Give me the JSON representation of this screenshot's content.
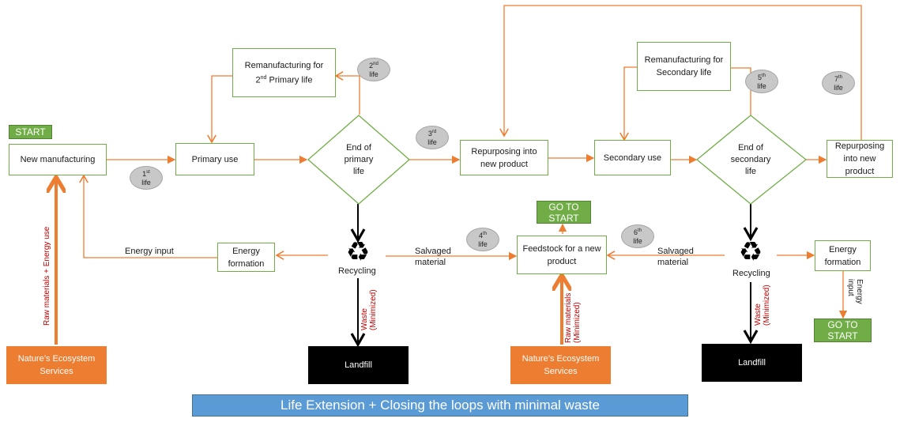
{
  "start_label": "START",
  "boxes": {
    "new_manufacturing": "New manufacturing",
    "primary_use": "Primary use",
    "remanufacturing_primary": "Remanufacturing for",
    "remanufacturing_primary_2": "2nd Primary life",
    "end_primary": [
      "End of",
      "primary",
      "life"
    ],
    "repurposing_1": "Repurposing into new product",
    "secondary_use": "Secondary use",
    "remanufacturing_secondary": "Remanufacturing for Secondary life",
    "end_secondary": [
      "End of",
      "secondary",
      "life"
    ],
    "repurposing_2": "Repurposing into new product",
    "energy_formation_1": "Energy formation",
    "energy_formation_2": "Energy formation",
    "feedstock": "Feedstock for a new product"
  },
  "lives": [
    {
      "num": "1",
      "sup": "st",
      "word": "life"
    },
    {
      "num": "2",
      "sup": "nd",
      "word": "life"
    },
    {
      "num": "3",
      "sup": "rd",
      "word": "life"
    },
    {
      "num": "4",
      "sup": "th",
      "word": "life"
    },
    {
      "num": "5",
      "sup": "th",
      "word": "life"
    },
    {
      "num": "6",
      "sup": "th",
      "word": "life"
    },
    {
      "num": "7",
      "sup": "th",
      "word": "life"
    }
  ],
  "go_to_start": [
    "GO TO",
    "START"
  ],
  "recycling_label": "Recycling",
  "recycle_icon": "recycle-icon",
  "landfill_label": "Landfill",
  "nature_label": [
    "Nature’s Ecosystem",
    "Services"
  ],
  "labels": {
    "energy_input": "Energy input",
    "salvaged_1": [
      "Salvaged",
      "material"
    ],
    "salvaged_2": [
      "Salvaged",
      "material"
    ],
    "raw_energy": "Raw materials + Energy use",
    "waste": "Waste",
    "minimized": "(Minimized)",
    "raw_materials": "Raw materials",
    "energy_input_v": [
      "Energy",
      "input"
    ]
  },
  "banner": "Life Extension + Closing the loops with minimal waste",
  "colors": {
    "green": "#70ad47",
    "orange": "#ed7d31",
    "blue": "#5b9bd5",
    "red": "#c00000"
  }
}
